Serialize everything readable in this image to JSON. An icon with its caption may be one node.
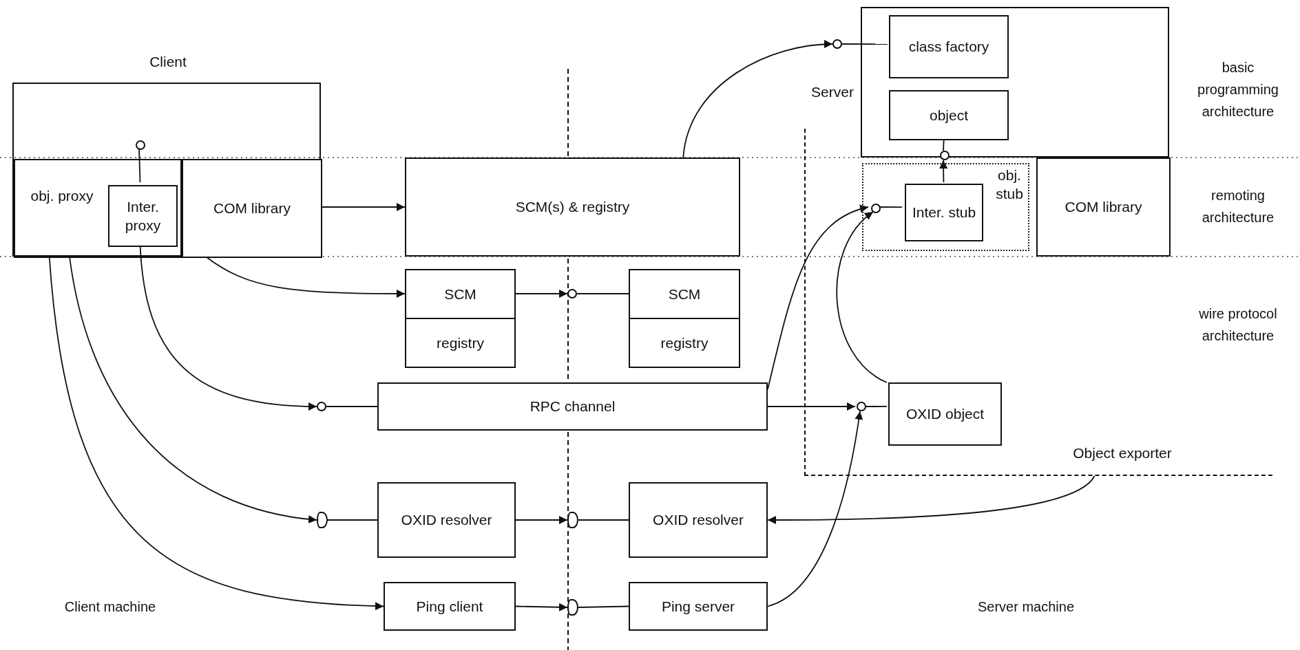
{
  "diagram": {
    "nodes": [
      {
        "text": [
          "Client"
        ]
      },
      {
        "text": [
          "obj. proxy"
        ],
        "in": 0
      },
      {
        "text": [
          "Inter. proxy"
        ],
        "in": 1
      },
      {
        "text": [
          "COM library"
        ],
        "in": 0
      },
      {
        "text": [],
        "shape": "circle",
        "in": 0
      },
      {
        "text": [
          "Server"
        ]
      },
      {
        "text": [
          "class factory"
        ],
        "in": 5
      },
      {
        "text": [
          "object"
        ],
        "in": 5
      },
      {
        "text": [],
        "shape": "circle"
      },
      {
        "text": [],
        "shape": "circle",
        "in": 18
      },
      {
        "text": [
          "obj. stub"
        ],
        "in": 18
      },
      {
        "text": [
          "Inter. stub"
        ],
        "in": 10
      },
      {
        "text": [],
        "shape": "circle",
        "in": 10
      },
      {
        "text": [
          "COM library"
        ],
        "in": 18
      },
      {
        "text": [
          "SCM(s) & registry"
        ]
      },
      {
        "text": [
          "SCM",
          "registry"
        ]
      },
      {
        "text": [],
        "shape": "circle"
      },
      {
        "text": [
          "SCM",
          "registry"
        ]
      },
      {
        "text": [
          "Object exporter"
        ]
      },
      {
        "text": [
          "RPC channel"
        ]
      },
      {
        "text": [],
        "shape": "circle"
      },
      {
        "text": [],
        "shape": "circle",
        "in": 18
      },
      {
        "text": [
          "OXID object"
        ],
        "in": 18
      },
      {
        "text": [
          "OXID resolver"
        ]
      },
      {
        "text": [],
        "shape": "oval"
      },
      {
        "text": [],
        "shape": "oval"
      },
      {
        "text": [
          "OXID resolver"
        ]
      },
      {
        "text": [
          "Ping client"
        ]
      },
      {
        "text": [],
        "shape": "oval"
      },
      {
        "text": [
          "Ping server"
        ]
      }
    ],
    "edges": [
      {
        "from": 3,
        "to": 14,
        "arrow": "to"
      },
      {
        "from": 3,
        "to": 15,
        "arrow": "to"
      },
      {
        "from": 15,
        "to": 16,
        "arrow": "to"
      },
      {
        "from": 16,
        "to": 17,
        "arrow": "none"
      },
      {
        "from": 14,
        "to": 8,
        "arrow": "to"
      },
      {
        "from": 8,
        "to": 6,
        "arrow": "none"
      },
      {
        "from": 2,
        "to": 4,
        "arrow": "none"
      },
      {
        "from": 2,
        "to": 20,
        "arrow": "to"
      },
      {
        "from": 20,
        "to": 19,
        "arrow": "none"
      },
      {
        "from": 1,
        "to": 24,
        "arrow": "to"
      },
      {
        "from": 24,
        "to": 23,
        "arrow": "none"
      },
      {
        "from": 1,
        "to": 27,
        "arrow": "to"
      },
      {
        "from": 23,
        "to": 25,
        "arrow": "to"
      },
      {
        "from": 25,
        "to": 26,
        "arrow": "none"
      },
      {
        "from": 27,
        "to": 28,
        "arrow": "to"
      },
      {
        "from": 28,
        "to": 29,
        "arrow": "none"
      },
      {
        "from": 19,
        "to": 21,
        "arrow": "to"
      },
      {
        "from": 21,
        "to": 22,
        "arrow": "none"
      },
      {
        "from": 19,
        "to": 12,
        "arrow": "to"
      },
      {
        "from": 22,
        "to": 12,
        "arrow": "to"
      },
      {
        "from": 29,
        "to": 21,
        "arrow": "to"
      },
      {
        "from": 18,
        "to": 26,
        "arrow": "to"
      },
      {
        "from": 11,
        "to": 9,
        "arrow": "to"
      },
      {
        "from": 9,
        "to": 7,
        "arrow": "none"
      },
      {
        "from": 12,
        "to": 11,
        "arrow": "none"
      }
    ],
    "labels": [
      "basic programming architecture",
      "remoting architecture",
      "wire protocol architecture",
      "Client machine",
      "Server machine"
    ]
  }
}
